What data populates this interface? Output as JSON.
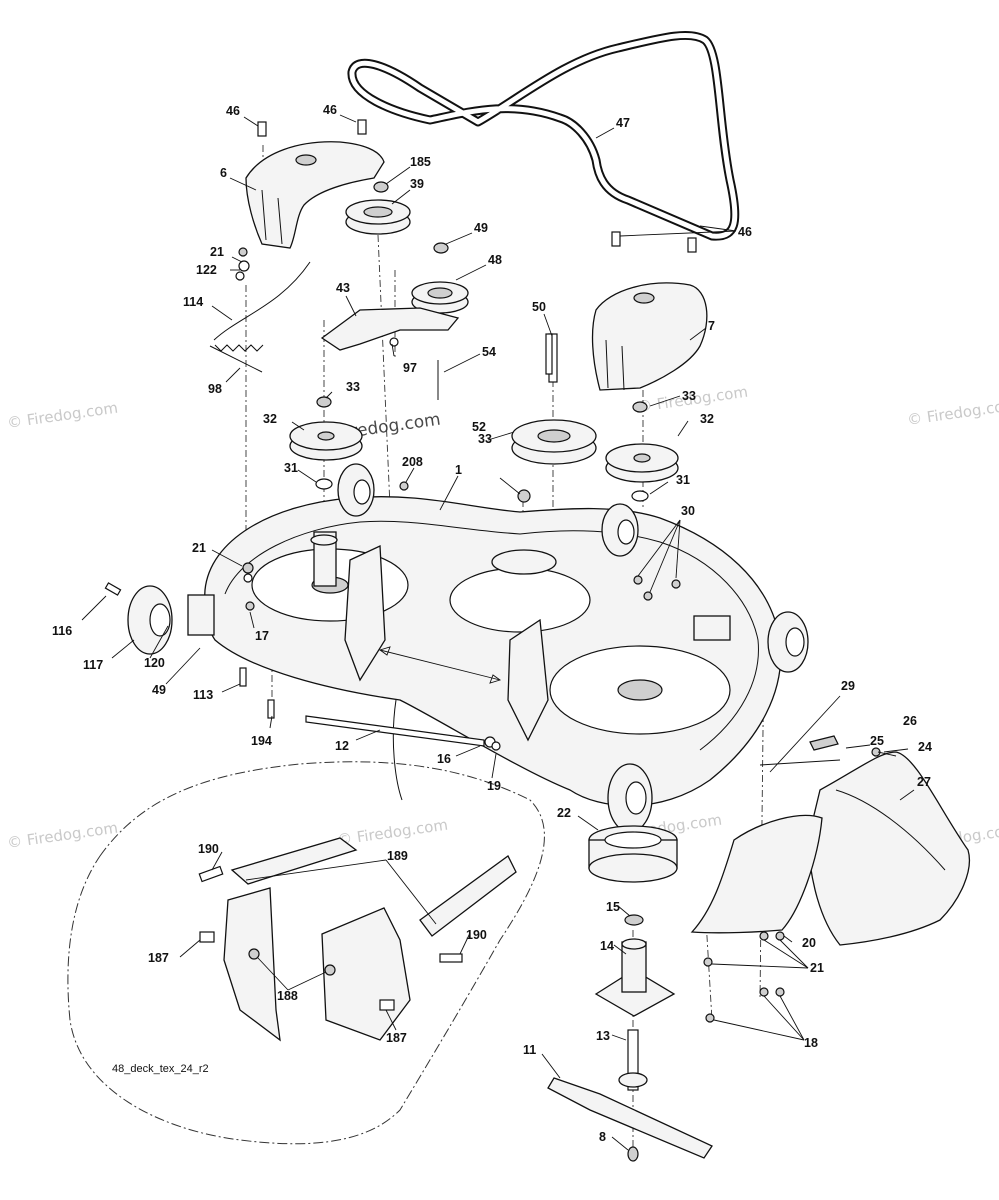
{
  "diagram_code": "48_deck_tex_24_r2",
  "watermark": {
    "symbol": "©",
    "text": "Firedog.com"
  },
  "callouts": [
    "46",
    "46",
    "185",
    "6",
    "39",
    "47",
    "49",
    "48",
    "21",
    "122",
    "114",
    "43",
    "98",
    "97",
    "54",
    "50",
    "46",
    "7",
    "33",
    "32",
    "31",
    "208",
    "1",
    "33",
    "52",
    "33",
    "32",
    "31",
    "30",
    "21",
    "116",
    "117",
    "120",
    "17",
    "49",
    "113",
    "194",
    "12",
    "16",
    "19",
    "29",
    "25",
    "26",
    "24",
    "27",
    "22",
    "190",
    "189",
    "187",
    "188",
    "190",
    "187",
    "15",
    "14",
    "20",
    "21",
    "18",
    "13",
    "11",
    "8"
  ]
}
